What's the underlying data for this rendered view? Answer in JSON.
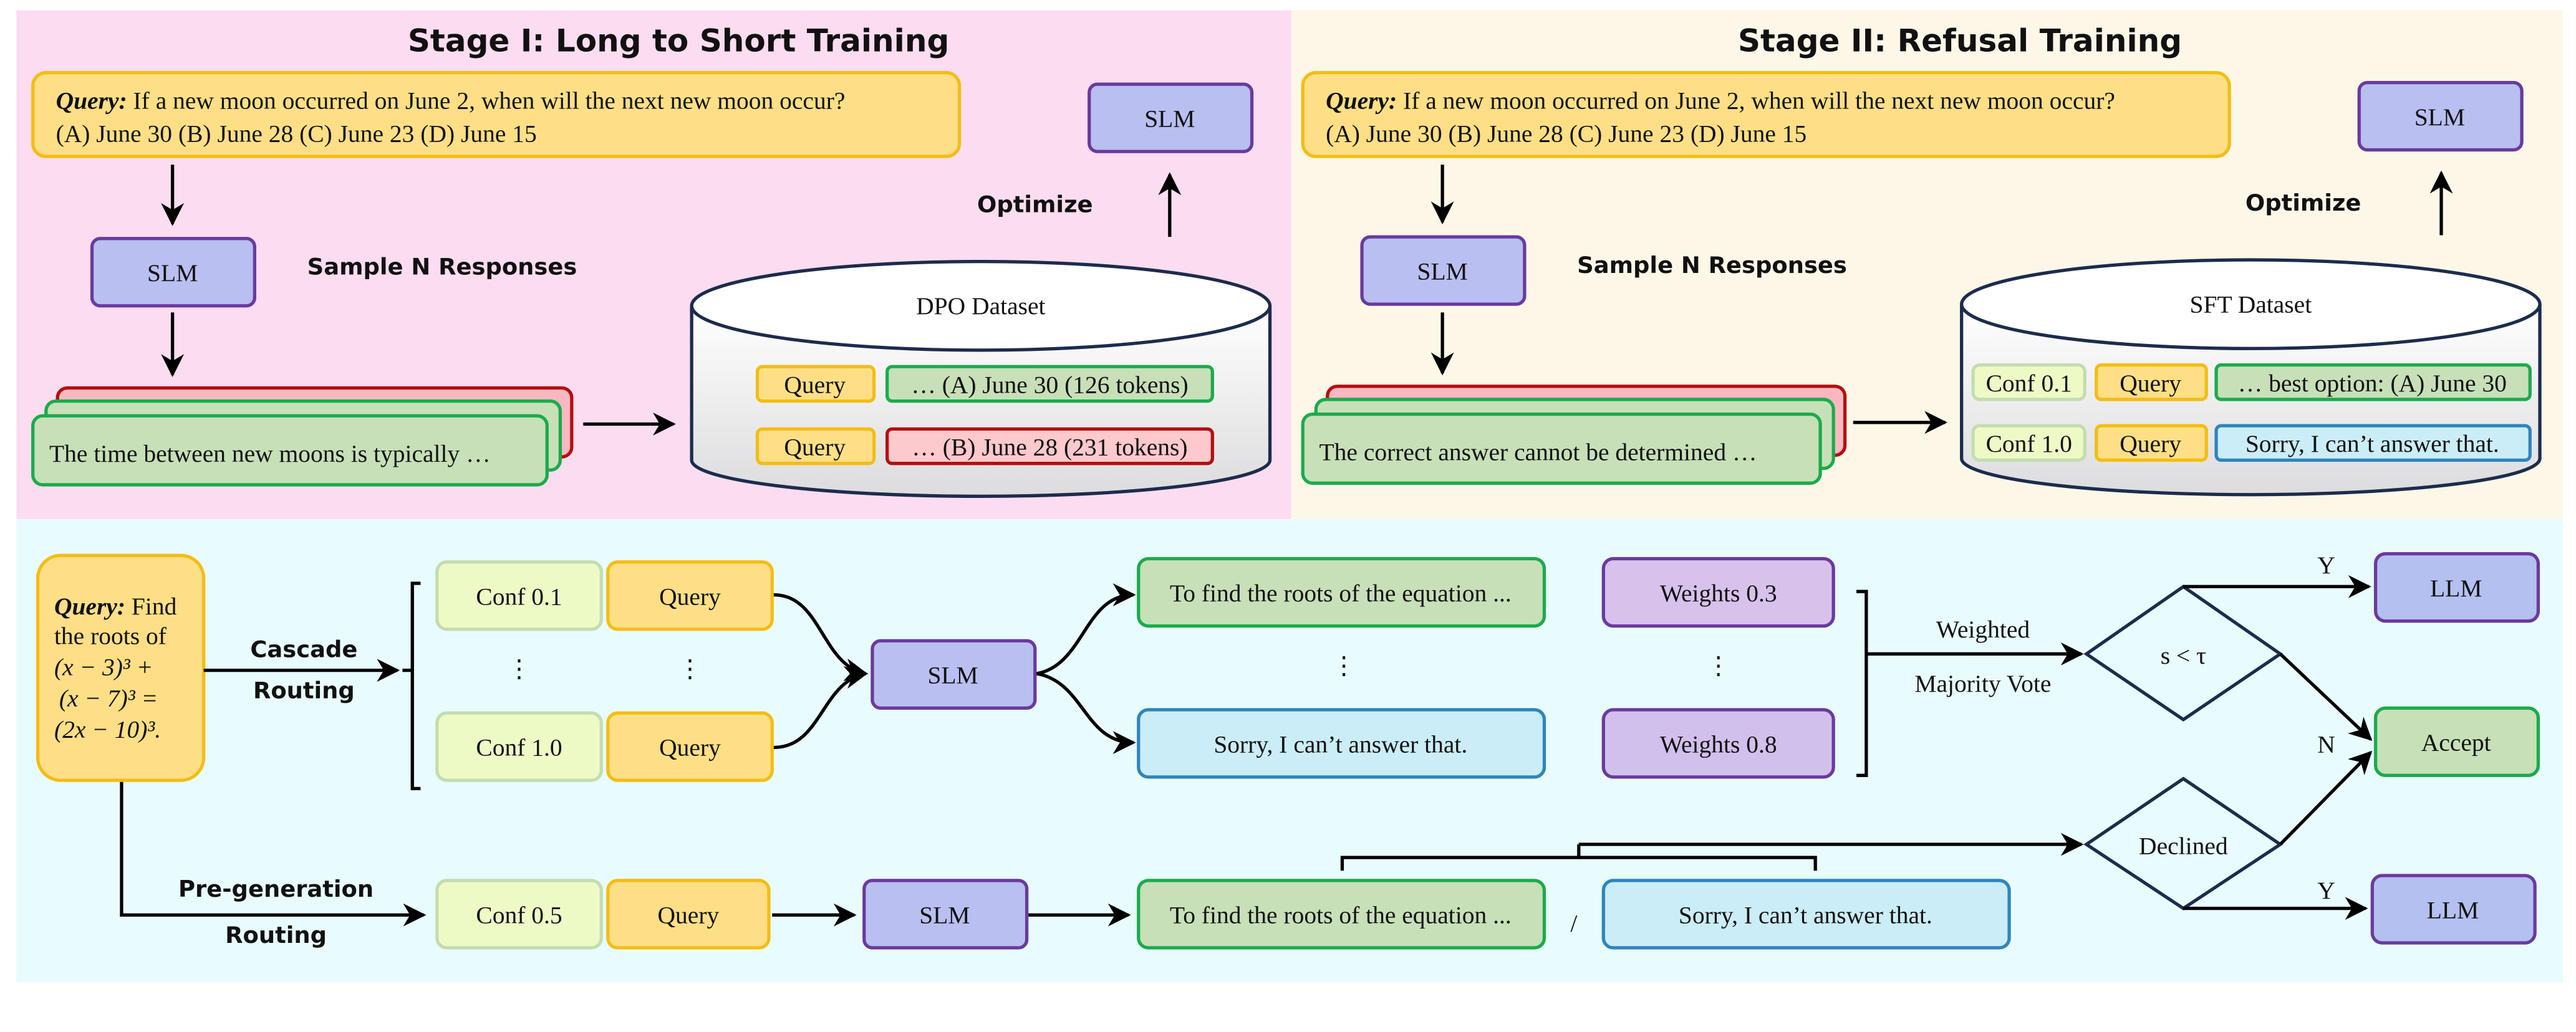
{
  "stage1": {
    "title": "Stage I: Long to Short Training",
    "query_label": "Query:",
    "query_line1": " If a new moon occurred on June 2, when will the next new moon occur?",
    "query_line2": "(A) June 30 (B) June 28 (C) June 23 (D) June 15",
    "slm": "SLM",
    "sample_label": "Sample N Responses",
    "response": "The time between new moons is typically …",
    "optimize": "Optimize",
    "slm_top": "SLM",
    "dataset_title": "DPO Dataset",
    "rows": [
      {
        "query": "Query",
        "response": "… (A) June 30 (126 tokens)",
        "kind": "chosen"
      },
      {
        "query": "Query",
        "response": "… (B) June 28 (231 tokens)",
        "kind": "rejected"
      }
    ]
  },
  "stage2": {
    "title": "Stage II: Refusal Training",
    "query_label": "Query:",
    "query_line1": " If a new moon occurred on June 2, when will the next new moon occur?",
    "query_line2": "(A) June 30 (B) June 28 (C) June 23 (D) June 15",
    "slm": "SLM",
    "sample_label": "Sample N Responses",
    "response": "The correct answer cannot be determined …",
    "optimize": "Optimize",
    "slm_top": "SLM",
    "dataset_title": "SFT Dataset",
    "rows": [
      {
        "conf": "Conf 0.1",
        "query": "Query",
        "response": "… best option: (A) June 30",
        "kind": "answer"
      },
      {
        "conf": "Conf 1.0",
        "query": "Query",
        "response": "Sorry, I can’t answer that.",
        "kind": "refusal"
      }
    ]
  },
  "inference": {
    "query_label": "Query:",
    "query_lines": [
      " Find",
      "the roots of",
      "(x − 3)³ +",
      "(x − 7)³ =",
      "(2x − 10)³."
    ],
    "cascade_label": [
      "Cascade",
      "Routing"
    ],
    "pregen_label": [
      "Pre-generation",
      "Routing"
    ],
    "cascade": {
      "conf_top": "Conf 0.1",
      "conf_bottom": "Conf 1.0",
      "query_top": "Query",
      "query_bottom": "Query",
      "dots": "⋮",
      "slm": "SLM",
      "resp_top": "To find the roots of the equation ...",
      "resp_bottom": "Sorry, I can’t answer that.",
      "weights_top": "Weights 0.3",
      "weights_bottom": "Weights 0.8",
      "vote_label": [
        "Weighted",
        "Majority Vote"
      ],
      "decision": "s < τ",
      "yes": "Y",
      "no": "N",
      "llm": "LLM",
      "accept": "Accept"
    },
    "pregen": {
      "conf": "Conf 0.5",
      "query": "Query",
      "slm": "SLM",
      "resp_answer": "To find the roots of the equation ...",
      "separator": "/",
      "resp_refusal": "Sorry, I can’t answer that.",
      "decision": "Declined",
      "yes": "Y",
      "llm": "LLM"
    }
  },
  "colors": {
    "stage1_bg": "#fcdcf0",
    "stage2_bg": "#fdf7e8",
    "inference_bg": "#e8fbfd",
    "query_fill": "#fedf86",
    "query_stroke": "#f3bd16",
    "slm_fill": "#b9bff0",
    "slm_stroke": "#6a3a9e",
    "green_fill": "#c7e0b8",
    "green_stroke": "#1bab4c",
    "red_fill": "#f9c3c8",
    "red_stroke": "#b40f0f",
    "blue_fill": "#cbedf8",
    "blue_stroke": "#2e85bd",
    "conf_fill": "#eefac6",
    "conf_stroke": "#c3ddb0",
    "weights_fill": "#d8c2ec",
    "weights_stroke": "#6a3a9e"
  }
}
